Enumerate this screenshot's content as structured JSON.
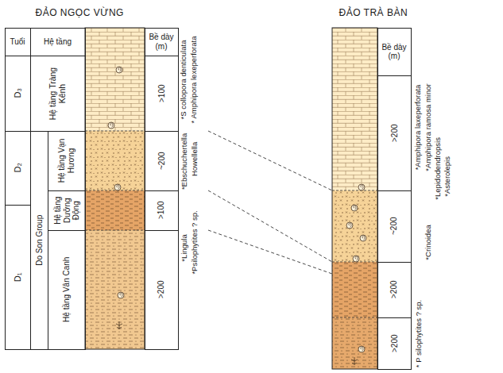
{
  "diagram": {
    "nodes": [
      {
        "text": [
          "Tuổi"
        ]
      },
      {
        "text": [
          "Hệ tầng"
        ]
      },
      {
        "text": [
          "Bề dày (m)"
        ]
      },
      {
        "text": [
          "D₃"
        ]
      },
      {
        "text": [
          "Hệ tầng Tràng Kênh"
        ]
      },
      {
        "text": [
          ">100"
        ]
      },
      {
        "text": [
          "D₂"
        ]
      },
      {
        "text": [
          "Do Son Group"
        ]
      },
      {
        "text": [
          "Hệ tầng Vạn Hương"
        ]
      },
      {
        "text": [
          "~200"
        ]
      },
      {
        "text": [
          "Hệ tầng Dưỡng Động"
        ]
      },
      {
        "text": [
          ">100"
        ]
      },
      {
        "text": [
          "D₁"
        ]
      },
      {
        "text": [
          "Hệ tầng Vân Canh"
        ]
      },
      {
        "text": [
          ">200"
        ]
      },
      {
        "text": [
          "Bề dày (m)"
        ]
      },
      {
        "text": [
          ">200"
        ]
      },
      {
        "text": [
          "~200"
        ]
      },
      {
        "text": [
          ">200"
        ]
      },
      {
        "text": [
          ">200"
        ]
      }
    ],
    "labels": [
      "ĐẢO NGỌC VỪNG",
      "ĐẢO TRÀ BÀN",
      "*S collopora denticulata",
      "* Amphipora lexeperforata",
      "*Ebschuchertella",
      "Howellella",
      "*Lingula",
      "*Psilophytites ? sp.",
      "*Amphipora laxeperforata",
      "*Amphipora ramosa minor",
      "*Lepidodendropsis",
      "*Asterolepis",
      "*Crinoidea",
      "* P silophytites ? sp."
    ]
  }
}
